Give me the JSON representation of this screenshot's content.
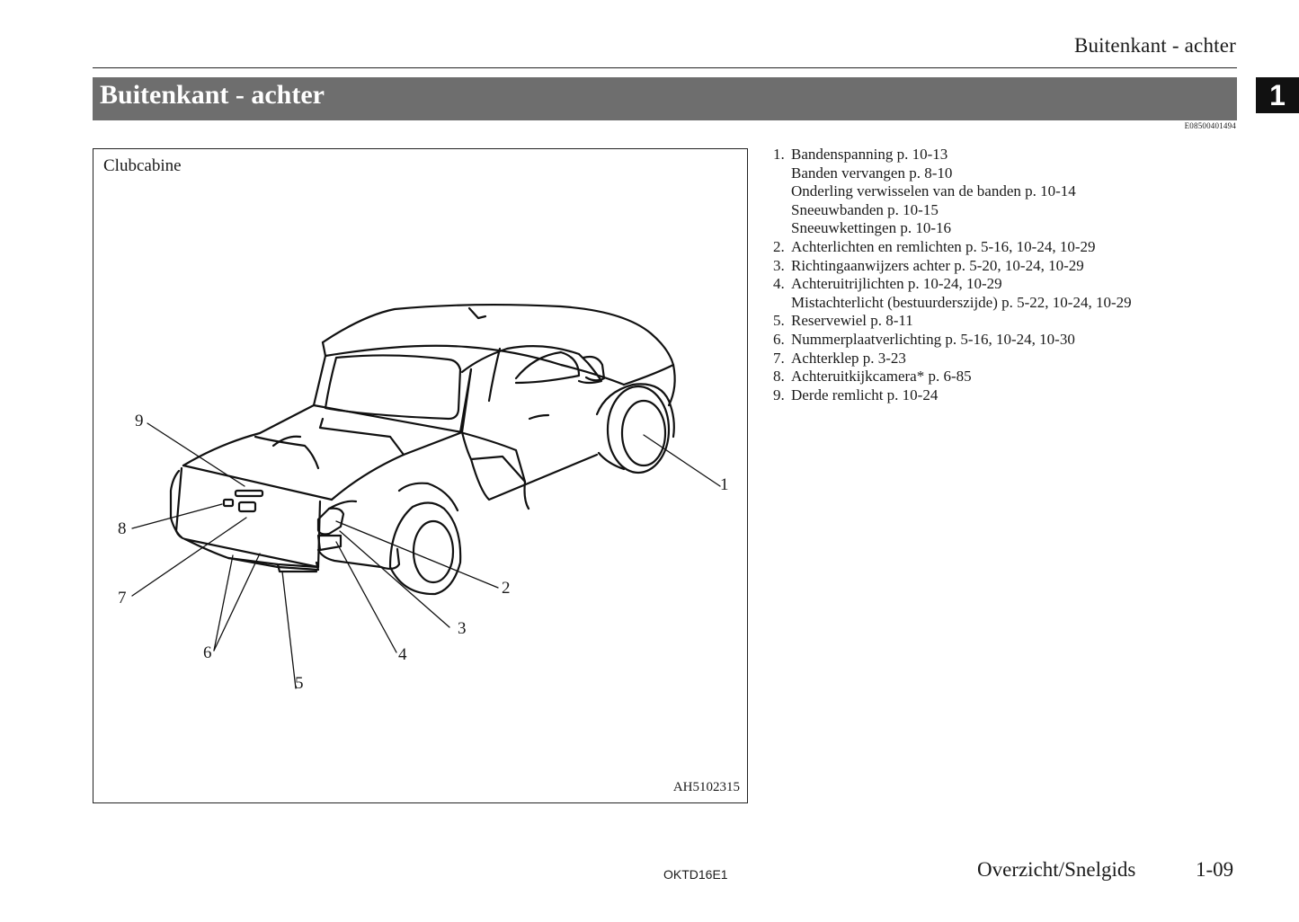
{
  "header": {
    "running_title": "Buitenkant - achter",
    "section_title": "Buitenkant - achter",
    "chapter_number": "1",
    "doc_code": "E08500401494"
  },
  "figure": {
    "caption": "Clubcabine",
    "reference": "AH5102315",
    "callouts": [
      "1",
      "2",
      "3",
      "4",
      "5",
      "6",
      "7",
      "8",
      "9"
    ]
  },
  "items": [
    {
      "num": "1.",
      "lines": [
        "Bandenspanning p. 10-13",
        "Banden vervangen p. 8-10",
        "Onderling verwisselen van de banden p. 10-14",
        "Sneeuwbanden p. 10-15",
        "Sneeuwkettingen p. 10-16"
      ]
    },
    {
      "num": "2.",
      "lines": [
        "Achterlichten en remlichten p. 5-16, 10-24, 10-29"
      ]
    },
    {
      "num": "3.",
      "lines": [
        "Richtingaanwijzers achter p. 5-20, 10-24, 10-29"
      ]
    },
    {
      "num": "4.",
      "lines": [
        "Achteruitrijlichten p. 10-24, 10-29",
        "Mistachterlicht (bestuurderszijde) p. 5-22, 10-24, 10-29"
      ]
    },
    {
      "num": "5.",
      "lines": [
        "Reservewiel p. 8-11"
      ]
    },
    {
      "num": "6.",
      "lines": [
        "Nummerplaatverlichting p. 5-16, 10-24, 10-30"
      ]
    },
    {
      "num": "7.",
      "lines": [
        "Achterklep p. 3-23"
      ]
    },
    {
      "num": "8.",
      "lines": [
        "Achteruitkijkcamera* p. 6-85"
      ]
    },
    {
      "num": "9.",
      "lines": [
        "Derde remlicht p. 10-24"
      ]
    }
  ],
  "footer": {
    "code": "OKTD16E1",
    "section": "Overzicht/Snelgids",
    "page": "1-09"
  }
}
